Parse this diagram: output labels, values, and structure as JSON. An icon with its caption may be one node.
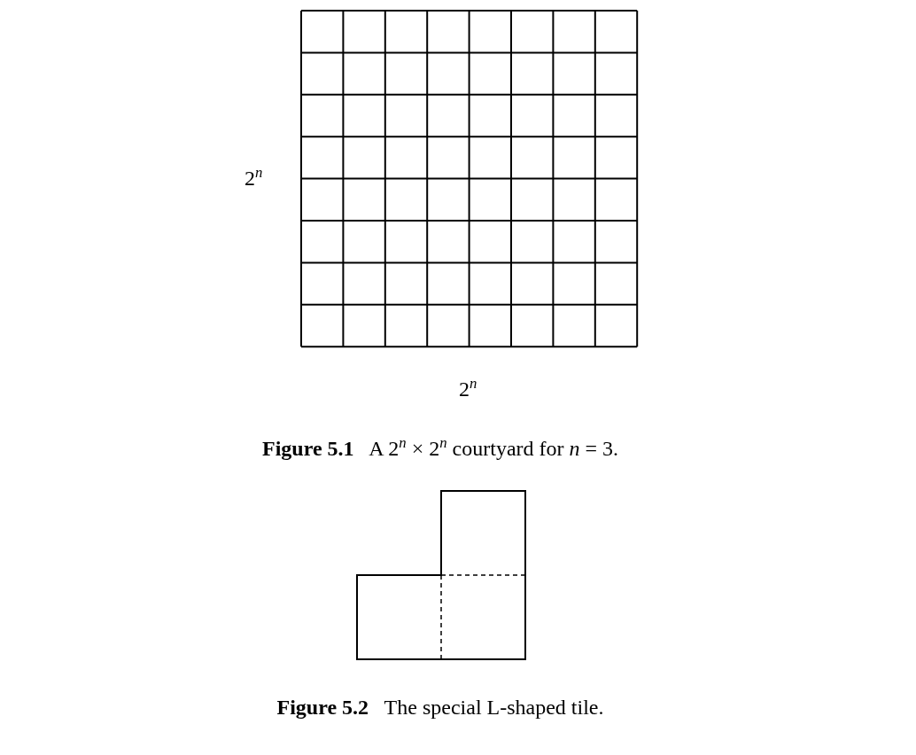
{
  "diagram": {
    "labels": [
      "2$^{n}$",
      "2$^{n}$",
      "**Figure 5.1**   A 2$^{n}$ × 2$^{n}$ courtyard for *n* = 3.",
      "**Figure 5.2**   The special L-shaped tile."
    ]
  }
}
